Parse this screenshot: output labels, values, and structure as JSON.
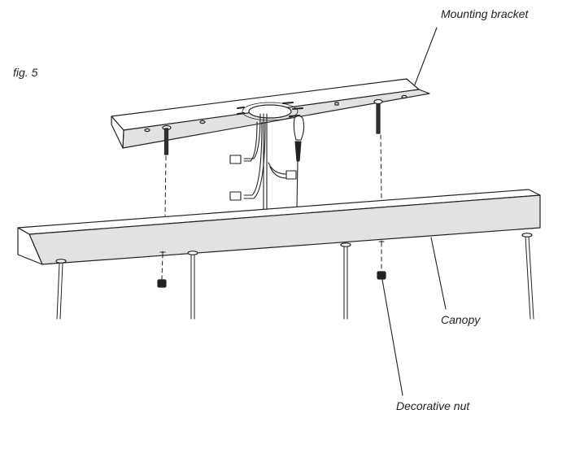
{
  "figure": {
    "label": "fig. 5"
  },
  "callouts": {
    "mounting_bracket": "Mounting bracket",
    "canopy": "Canopy",
    "decorative_nut": "Decorative nut"
  },
  "colors": {
    "line": "#222222",
    "shade": "#e2e2e2",
    "white": "#ffffff"
  }
}
